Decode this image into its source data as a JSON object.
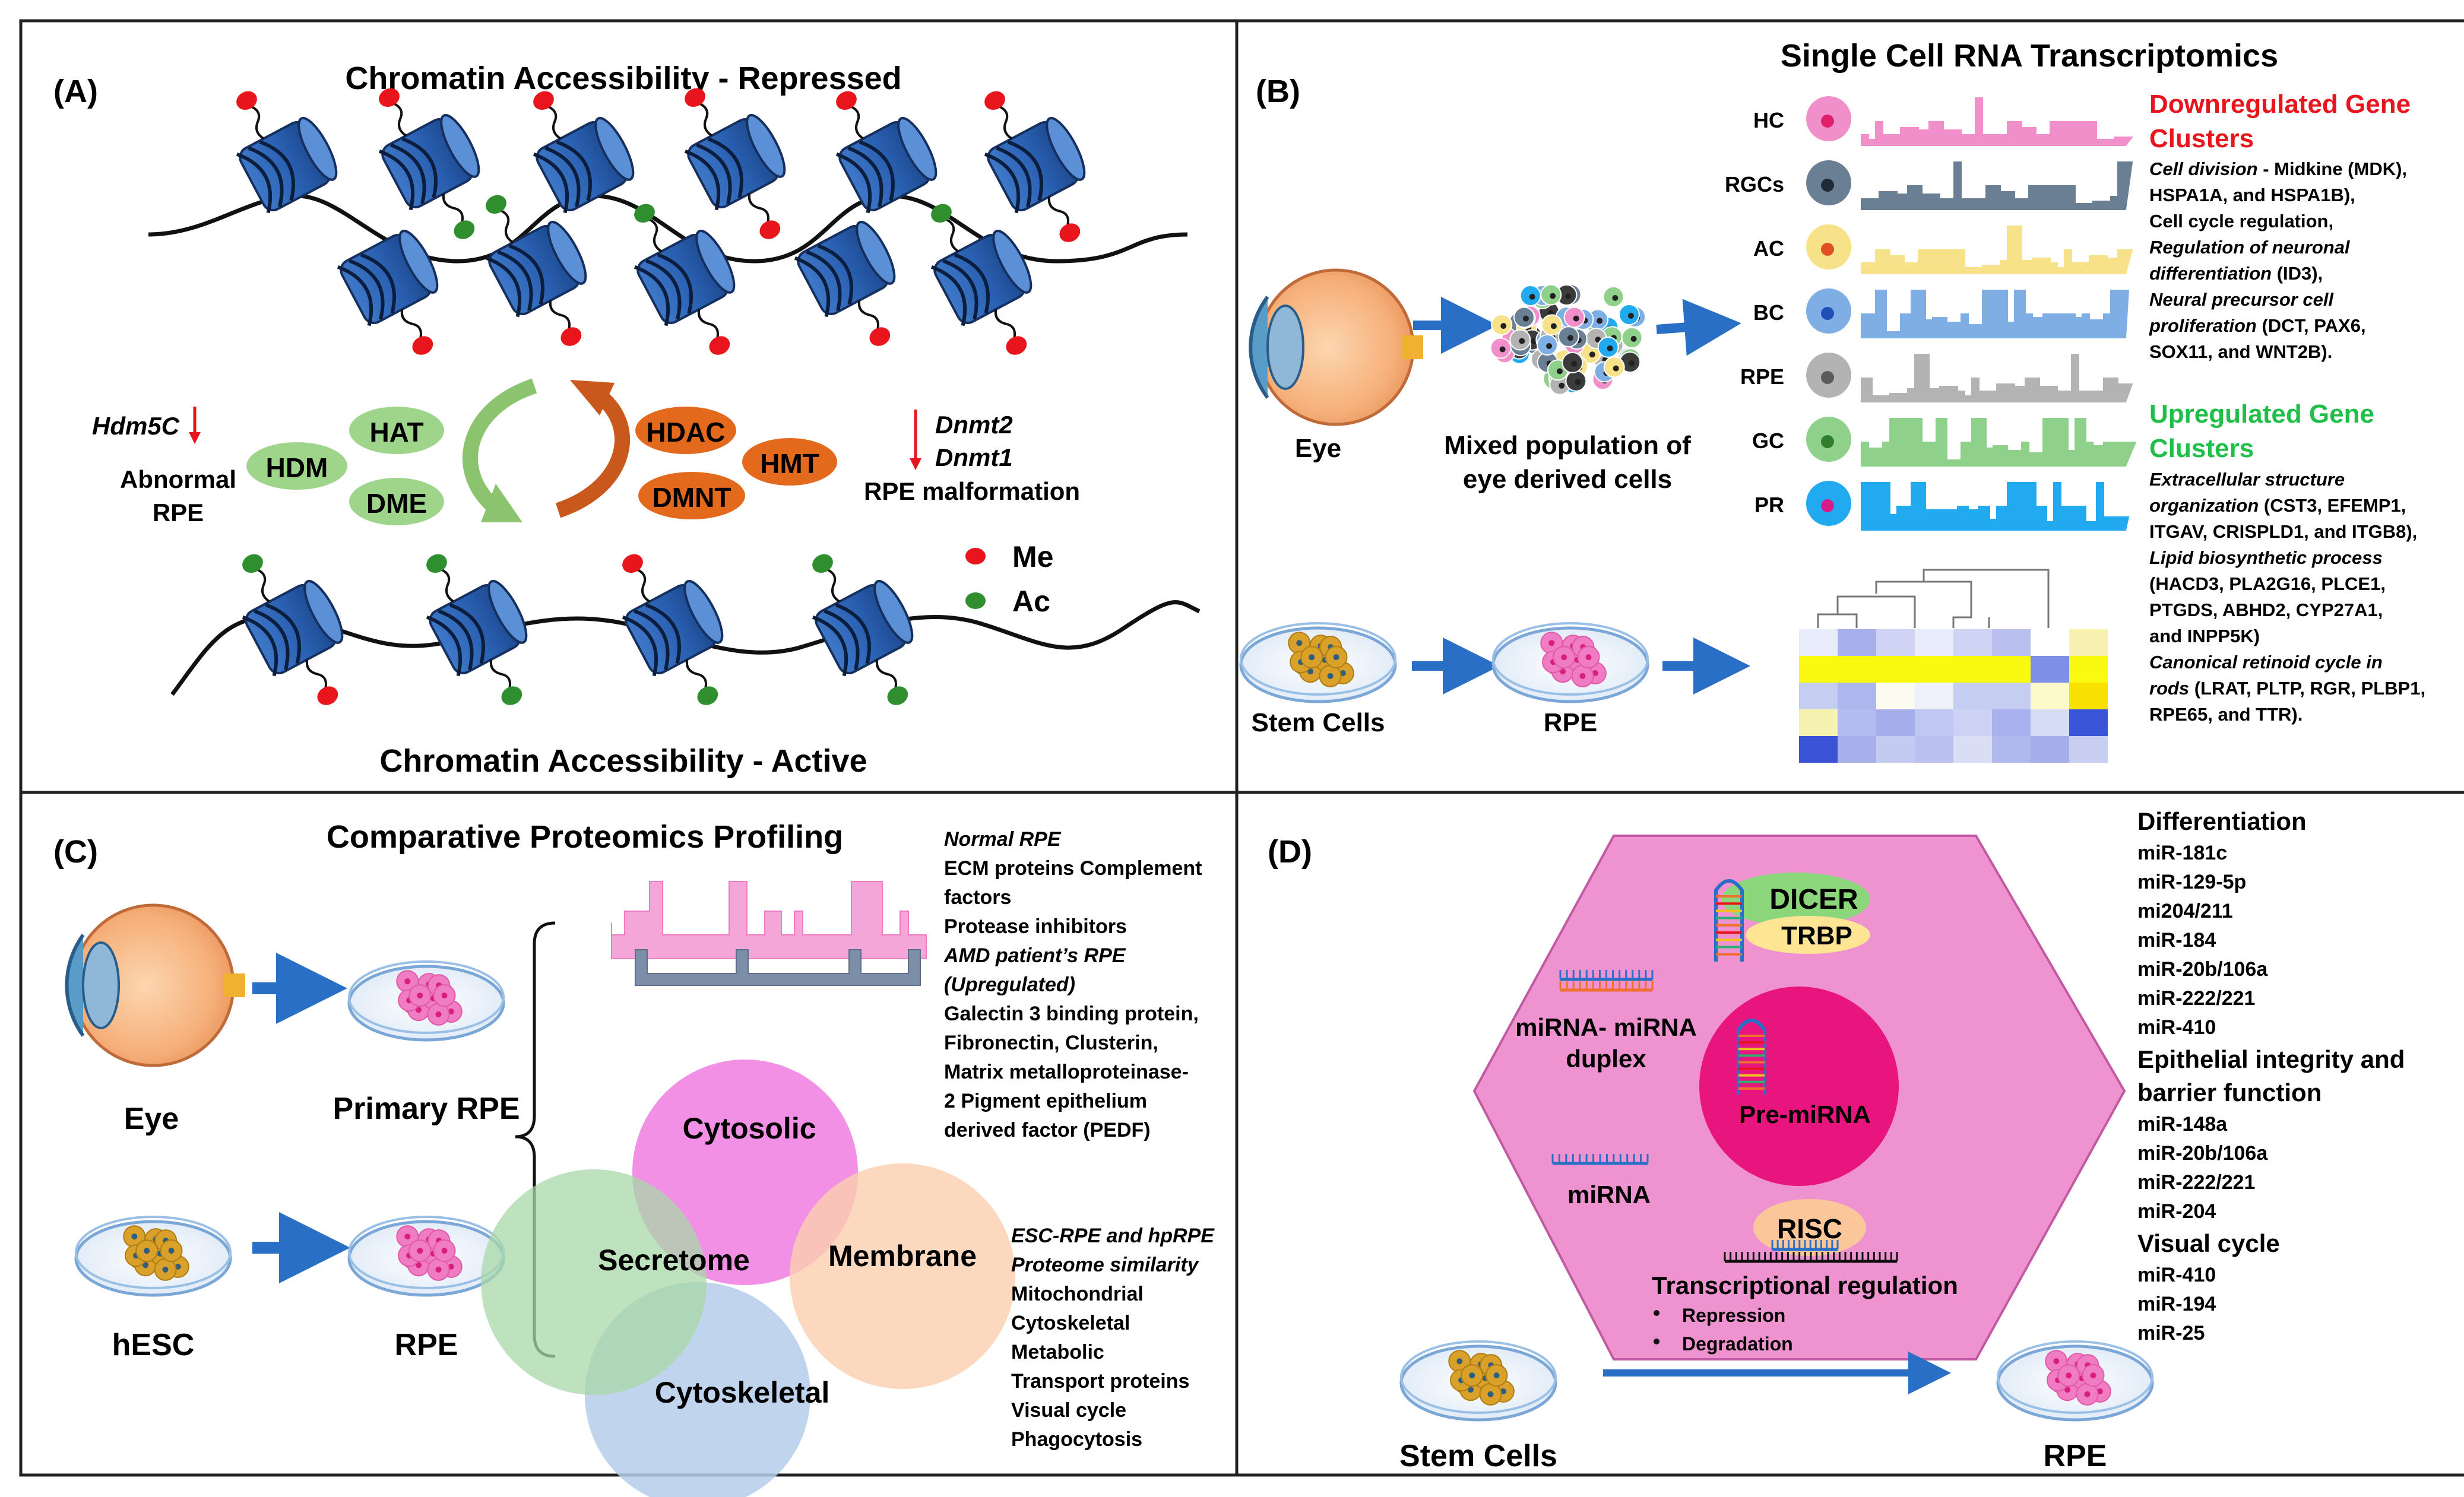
{
  "panelA": {
    "letter": "(A)",
    "title_top": "Chromatin Accessibility - Repressed",
    "title_bottom": "Chromatin Accessibility - Active",
    "enzymes_green": [
      "HAT",
      "HDM",
      "DME"
    ],
    "enzymes_orange": [
      "HDAC",
      "HMT",
      "DMNT"
    ],
    "left_gene": "Hdm5C",
    "left_label": [
      "Abnormal",
      "RPE"
    ],
    "right_genes": [
      "Dnmt2",
      "Dnmt1"
    ],
    "right_label": "RPE malformation",
    "legend": [
      {
        "label": "Me",
        "color": "#e8161c"
      },
      {
        "label": "Ac",
        "color": "#2f8f2f"
      }
    ]
  },
  "panelB": {
    "letter": "(B)",
    "title": "Single Cell RNA Transcriptomics",
    "eye_label": "Eye",
    "mixed_label": [
      "Mixed population of",
      "eye derived cells"
    ],
    "stem_label": "Stem Cells",
    "rpe_label": "RPE",
    "cell_types": [
      {
        "label": "HC",
        "color": "#f08fc9",
        "dot": "#e0206a"
      },
      {
        "label": "RGCs",
        "color": "#6b7f94",
        "dot": "#1e2a38"
      },
      {
        "label": "AC",
        "color": "#f7e28a",
        "dot": "#e05020"
      },
      {
        "label": "BC",
        "color": "#7eaee3",
        "dot": "#1f4fb5"
      },
      {
        "label": "RPE",
        "color": "#b3b3b3",
        "dot": "#5a5a5a"
      },
      {
        "label": "GC",
        "color": "#8fd08a",
        "dot": "#2f7f2f"
      },
      {
        "label": "PR",
        "color": "#22aaf0",
        "dot": "#d81b8a"
      }
    ],
    "down_heading": [
      "Downregulated Gene",
      "Clusters"
    ],
    "down_lines": [
      "Cell division - Midkine (MDK),",
      "HSPA1A, and HSPA1B),",
      "Cell cycle regulation,",
      "Regulation of neuronal",
      "differentiation (ID3),",
      "Neural precursor cell",
      "proliferation (DCT, PAX6,",
      "SOX11, and WNT2B)."
    ],
    "up_heading": [
      "Upregulated Gene",
      "Clusters"
    ],
    "up_lines": [
      "Extracellular structure",
      "organization (CST3, EFEMP1,",
      "ITGAV, CRISPLD1, and ITGB8),",
      "Lipid biosynthetic process",
      "(HACD3, PLA2G16, PLCE1,",
      "PTGDS, ABHD2, CYP27A1,",
      "and INPP5K)",
      "Canonical retinoid cycle in",
      "rods (LRAT, PLTP, RGR, PLBP1,",
      "RPE65, and TTR)."
    ]
  },
  "panelC": {
    "letter": "(C)",
    "title": "Comparative Proteomics Profiling",
    "eye_label": "Eye",
    "primary_label": "Primary RPE",
    "hesc_label": "hESC",
    "rpe_label": "RPE",
    "venn": [
      "Cytosolic",
      "Secretome",
      "Membrane",
      "Cytoskeletal"
    ],
    "right_top_lines": [
      "Normal RPE",
      "ECM proteins Complement",
      "factors",
      "Protease inhibitors",
      "AMD patient’s RPE",
      "(Upregulated)",
      "Galectin 3 binding protein,",
      "Fibronectin, Clusterin,",
      "Matrix metalloproteinase-",
      "2 Pigment epithelium",
      "derived factor (PEDF)"
    ],
    "right_bottom_lines": [
      "ESC-RPE and hpRPE",
      "Proteome similarity",
      "Mitochondrial",
      "Cytoskeletal",
      "Metabolic",
      "Transport proteins",
      "Visual cycle",
      "Phagocytosis"
    ]
  },
  "panelD": {
    "letter": "(D)",
    "dicer": "DICER",
    "trbp": "TRBP",
    "duplex": [
      "miRNA- miRNA",
      "duplex"
    ],
    "premirna": "Pre-miRNA",
    "mirna": "miRNA",
    "risc": "RISC",
    "transcriptional": "Transcriptional regulation",
    "bullets": [
      "Repression",
      "Degradation"
    ],
    "stem_label": "Stem Cells",
    "rpe_label": "RPE",
    "groups": [
      {
        "heading": "Differentiation",
        "items": [
          "miR-181c",
          "miR-129-5p",
          "mi204/211",
          "miR-184",
          "miR-20b/106a",
          "miR-222/221",
          "miR-410"
        ]
      },
      {
        "heading": "Epithelial integrity and barrier function",
        "items": [
          "miR-148a",
          "miR-20b/106a",
          "miR-222/221",
          "miR-204"
        ]
      },
      {
        "heading": "Visual cycle",
        "items": [
          "miR-410",
          "miR-194",
          "miR-25"
        ]
      }
    ]
  }
}
